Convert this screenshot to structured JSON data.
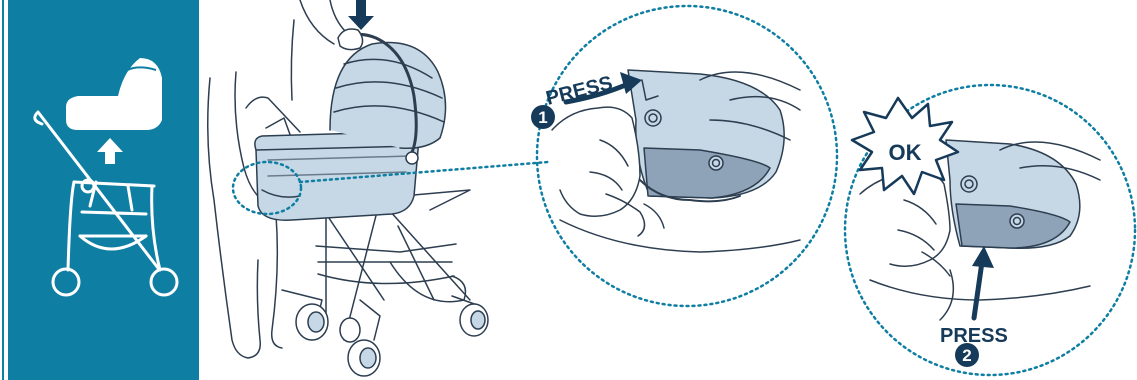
{
  "panel": {
    "background": "#0e7ea3",
    "icons": [
      "carrycot-icon",
      "up-arrow-icon",
      "stroller-frame-icon"
    ]
  },
  "colors": {
    "teal": "#0e7ea3",
    "navy": "#163a59",
    "line": "#2d3e50",
    "shell_fill": "#c6d8e5",
    "shell_dark": "#8ea3b8"
  },
  "step1": {
    "press_label": "PRESS",
    "number": "1"
  },
  "step2": {
    "press_label": "PRESS",
    "number": "2",
    "ok_label": "OK"
  },
  "illustration": {
    "icons": [
      "down-arrow-icon",
      "hand-icon",
      "person-legs-icon",
      "stroller-with-carrycot-icon",
      "zoom-callout-icon"
    ]
  }
}
